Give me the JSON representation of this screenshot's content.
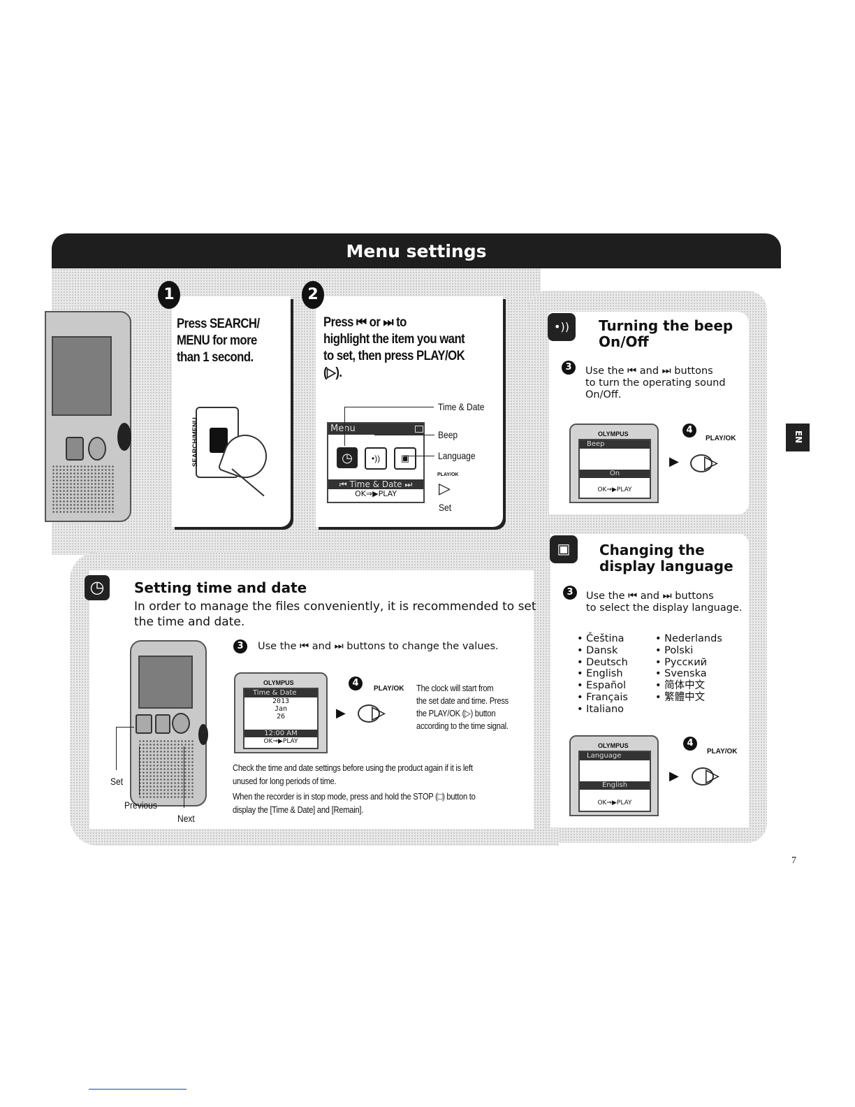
{
  "header": {
    "title": "Menu settings"
  },
  "step1": {
    "number": "1",
    "lines": [
      "Press SEARCH/",
      "MENU for more",
      "than 1 second."
    ],
    "button_label": "SEARCH/MENU"
  },
  "step2": {
    "number": "2",
    "lines": [
      "Press ⏮ or ⏭ to",
      "highlight the item you want",
      "to set, then press PLAY/OK",
      "(▷)."
    ],
    "screen": {
      "title": "Menu",
      "selected_item": "Time & Date",
      "footer": "OK⇒▶PLAY",
      "play_label": "PLAY/OK"
    },
    "callouts": [
      "Time & Date",
      "Beep",
      "Language",
      "Set"
    ]
  },
  "beep": {
    "title_lines": [
      "Turning the beep",
      "On/Off"
    ],
    "step_number": "3",
    "text_lines": [
      "Use the ⏮ and ⏭ buttons",
      "to turn the operating sound",
      "On/Off."
    ],
    "device_brand": "OLYMPUS",
    "screen_title": "Beep",
    "screen_value": "On",
    "screen_footer": "OK⇒▶PLAY",
    "step4_number": "4",
    "play_label": "PLAY/OK"
  },
  "language": {
    "title_lines": [
      "Changing the",
      "display language"
    ],
    "step_number": "3",
    "text_lines": [
      "Use the ⏮ and ⏭ buttons",
      "to select the display language."
    ],
    "list_left": [
      "• Čeština",
      "• Dansk",
      "• Deutsch",
      "• English",
      "• Español",
      "• Français",
      "• Italiano"
    ],
    "list_right": [
      "• Nederlands",
      "• Polski",
      "• Русский",
      "• Svenska",
      "• 简体中文",
      "• 繁體中文"
    ],
    "device_brand": "OLYMPUS",
    "screen_title": "Language",
    "screen_value": "English",
    "screen_footer": "OK⇒▶PLAY",
    "step4_number": "4",
    "play_label": "PLAY/OK"
  },
  "time": {
    "title": "Setting time and date",
    "intro_lines": [
      "In order to manage the files conveniently, it is recommended to set",
      "the time and date."
    ],
    "step3_number": "3",
    "step3_text": "Use the ⏮ and ⏭ buttons to change the values.",
    "device_brand": "OLYMPUS",
    "screen_title": "Time & Date",
    "screen_values": [
      "2013",
      "Jan",
      "26"
    ],
    "screen_time": "12:00 AM",
    "screen_footer": "OK⇒▶PLAY",
    "step4_number": "4",
    "play_label": "PLAY/OK",
    "clock_note_lines": [
      "The clock will start from",
      "the set date and time. Press",
      "the PLAY/OK (▷) button",
      "according to the time signal."
    ],
    "note1_lines": [
      "Check the time and date settings before using the product again if it is left",
      "unused for long periods of time."
    ],
    "note2_lines": [
      "When the recorder is in stop mode, press and hold the STOP (□) button to",
      "display the [Time & Date] and [Remain]."
    ],
    "callouts": {
      "set": "Set",
      "previous": "Previous",
      "next": "Next"
    }
  },
  "side_tab": "EN",
  "page_number": "7",
  "colors": {
    "header_bg": "#1e1e1e",
    "panel_texture": "#e9e9e9",
    "text": "#111111"
  }
}
